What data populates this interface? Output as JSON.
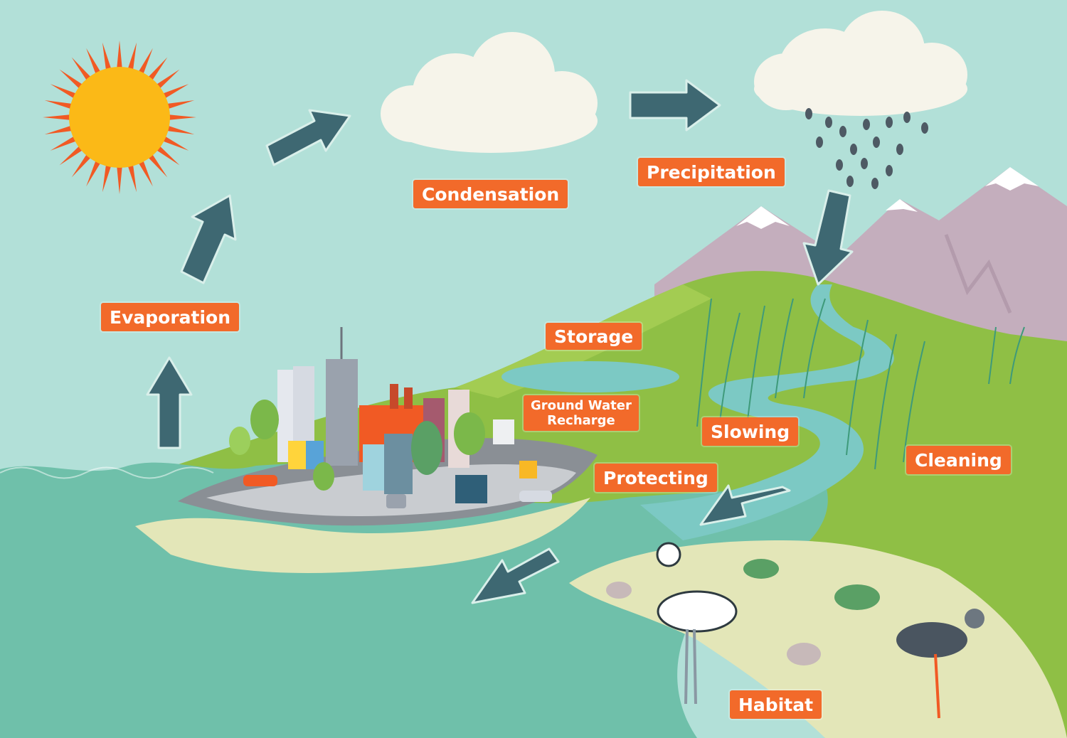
{
  "labels": {
    "evaporation": "Evaporation",
    "condensation": "Condensation",
    "precipitation": "Precipitation",
    "storage": "Storage",
    "ground_water_line1": "Ground Water",
    "ground_water_line2": "Recharge",
    "slowing": "Slowing",
    "protecting": "Protecting",
    "cleaning": "Cleaning",
    "habitat": "Habitat"
  },
  "colors": {
    "sky": "#b2e0d8",
    "label_bg": "#f26a2a",
    "label_text": "#ffffff",
    "arrow": "#3e6872",
    "sea": "#6fc0aa",
    "grass": "#8fbf45",
    "sand": "#e3e6b8",
    "sun": "#fbb917",
    "sun_rays": "#f15a24",
    "cloud": "#f6f4ea",
    "mountain": "#c5b0bf",
    "rain": "#4e5a64"
  }
}
